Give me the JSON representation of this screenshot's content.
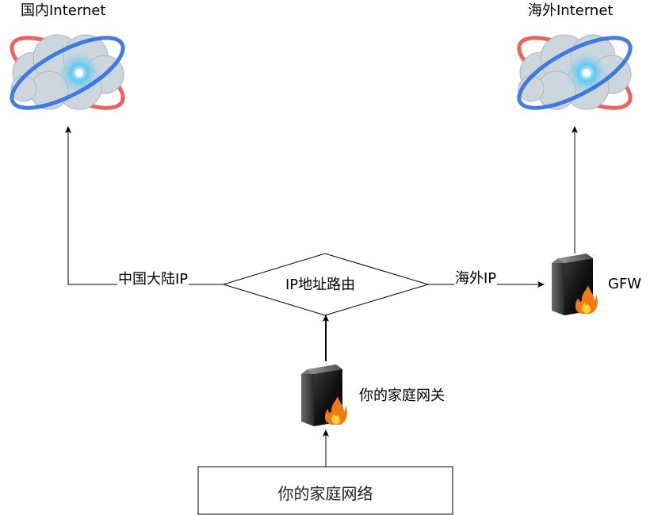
{
  "nodes": {
    "domestic_internet": {
      "label": "国内Internet"
    },
    "foreign_internet": {
      "label": "海外Internet"
    },
    "router": {
      "label": "IP地址路由"
    },
    "gfw": {
      "label": "GFW"
    },
    "home_gateway": {
      "label": "你的家庭网关"
    },
    "home_network": {
      "label": "你的家庭网络"
    }
  },
  "edges": {
    "to_domestic": {
      "label": "中国大陆IP"
    },
    "to_gfw": {
      "label": "海外IP"
    }
  },
  "colors": {
    "stroke": "#000000",
    "cloud_blue": "#2f6fe0",
    "cloud_red": "#e8524a",
    "cloud_grey": "#cfd8df",
    "cloud_glow": "#5ec8f2",
    "firewall_dark": "#1c1c1c",
    "flame_orange": "#f07a12",
    "flame_yellow": "#ffd23a"
  },
  "icons": [
    "cloud-internet-icon",
    "firewall-icon"
  ]
}
